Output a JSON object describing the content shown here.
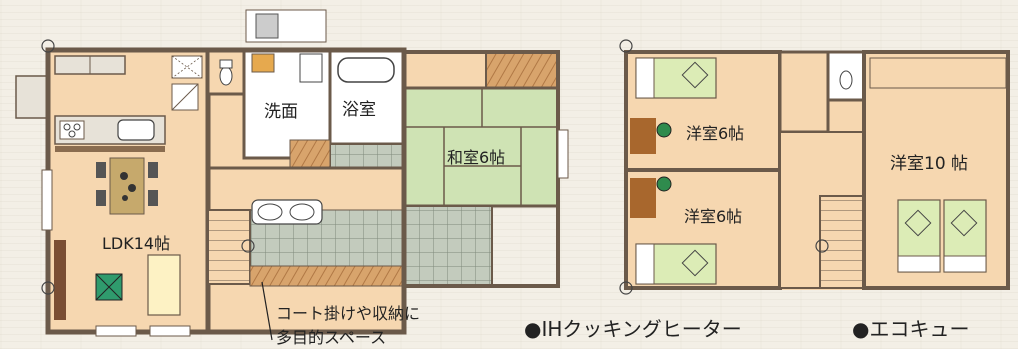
{
  "plan1": {
    "rooms": {
      "ldk": "LDK14帖",
      "senmen": "洗面",
      "yokushitsu": "浴室",
      "washitsu": "和室6帖"
    },
    "note_line1": "コート掛けや収納に",
    "note_line2": "多目的スペース"
  },
  "plan2": {
    "rooms": {
      "youshitsu_a": "洋室6帖",
      "youshitsu_b": "洋室6帖",
      "youshitsu_c": "洋室10 帖"
    }
  },
  "features": [
    "●IHクッキングヒーター",
    "●エコキュー"
  ],
  "colors": {
    "floor": "#f6d7b0",
    "tatami": "#cfe3b4",
    "wall": "#6b5a4a",
    "tile": "#a9b3a4",
    "wood": "#c7905b"
  }
}
